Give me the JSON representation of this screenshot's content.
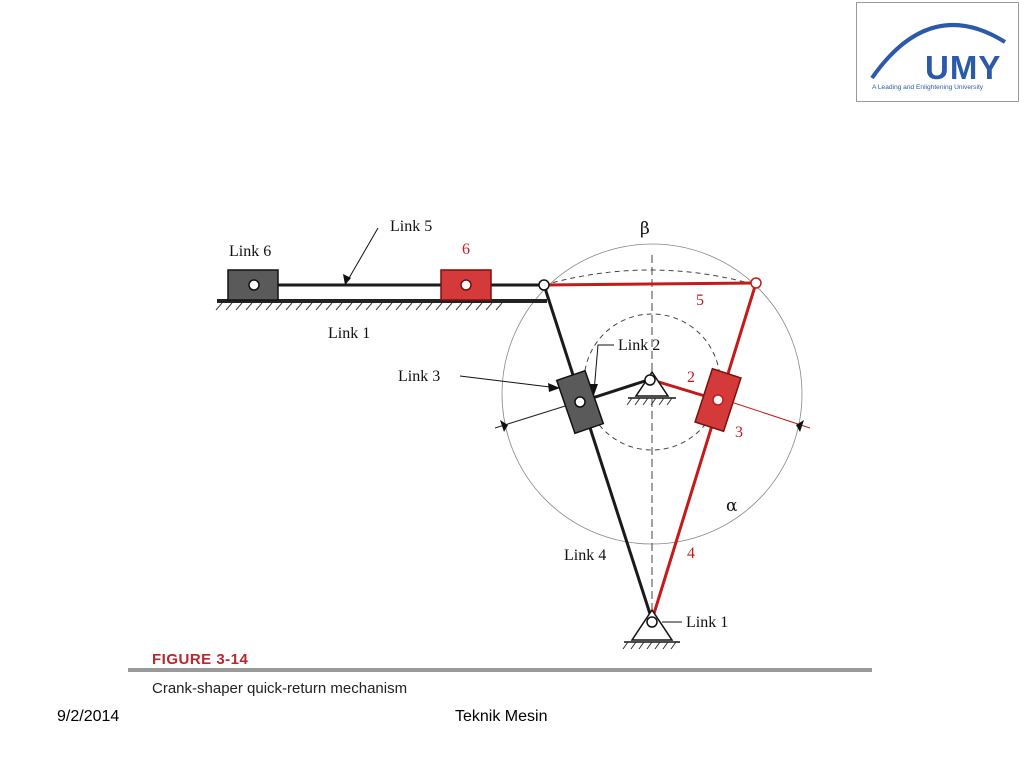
{
  "logo": {
    "text": "UMY",
    "tagline": "A Leading and Enlightening University",
    "color": "#2a5aa8"
  },
  "figure": {
    "number": "FIGURE 3-14",
    "caption": "Crank-shaper quick-return mechanism",
    "labels": {
      "link6": "Link 6",
      "link5": "Link 5",
      "link1_top": "Link 1",
      "link3": "Link 3",
      "link2": "Link 2",
      "link4": "Link 4",
      "link1_bottom": "Link 1",
      "beta": "β",
      "alpha": "α"
    },
    "red_labels": {
      "n6": "6",
      "n5": "5",
      "n2": "2",
      "n3": "3",
      "n4": "4"
    },
    "colors": {
      "black_link": "#1a1a1a",
      "red_link": "#c41a1a",
      "block_black": "#555555",
      "block_red": "#d43a3a"
    }
  },
  "footer": {
    "date": "9/2/2014",
    "center": "Teknik Mesin"
  }
}
